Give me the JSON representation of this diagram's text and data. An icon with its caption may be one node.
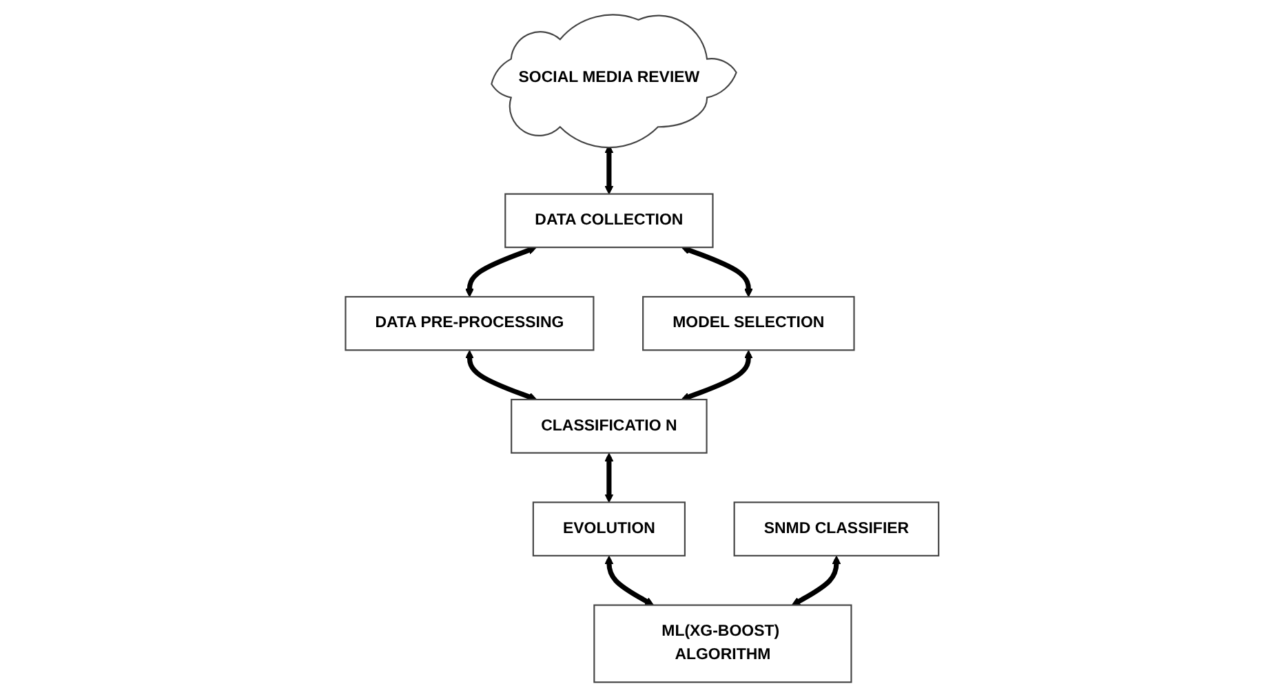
{
  "diagram": {
    "nodes": [
      {
        "text": [
          "SOCIAL MEDIA REVIEW"
        ]
      },
      {
        "text": [
          "DATA COLLECTION"
        ]
      },
      {
        "text": [
          "DATA PRE-PROCESSING"
        ]
      },
      {
        "text": [
          "SNMD CLASSIFIER"
        ]
      },
      {
        "text": [
          "MODEL SELECTION"
        ]
      },
      {
        "text": [
          "CLASSIFICATIO N"
        ]
      },
      {
        "text": [
          "EVOLUTION"
        ]
      },
      {
        "text": [
          "ML(XG-BOOST) ALGORITHM"
        ]
      }
    ],
    "edges": [
      {
        "from": 0,
        "to": 1,
        "arrow": "both"
      },
      {
        "from": 1,
        "to": 2,
        "arrow": "both"
      },
      {
        "from": 1,
        "to": 4,
        "arrow": "both"
      },
      {
        "from": 2,
        "to": 5,
        "arrow": "both"
      },
      {
        "from": 4,
        "to": 5,
        "arrow": "both"
      },
      {
        "from": 5,
        "to": 6,
        "arrow": "both"
      },
      {
        "from": 6,
        "to": 7,
        "arrow": "both"
      },
      {
        "from": 3,
        "to": 7,
        "arrow": "both"
      }
    ]
  }
}
